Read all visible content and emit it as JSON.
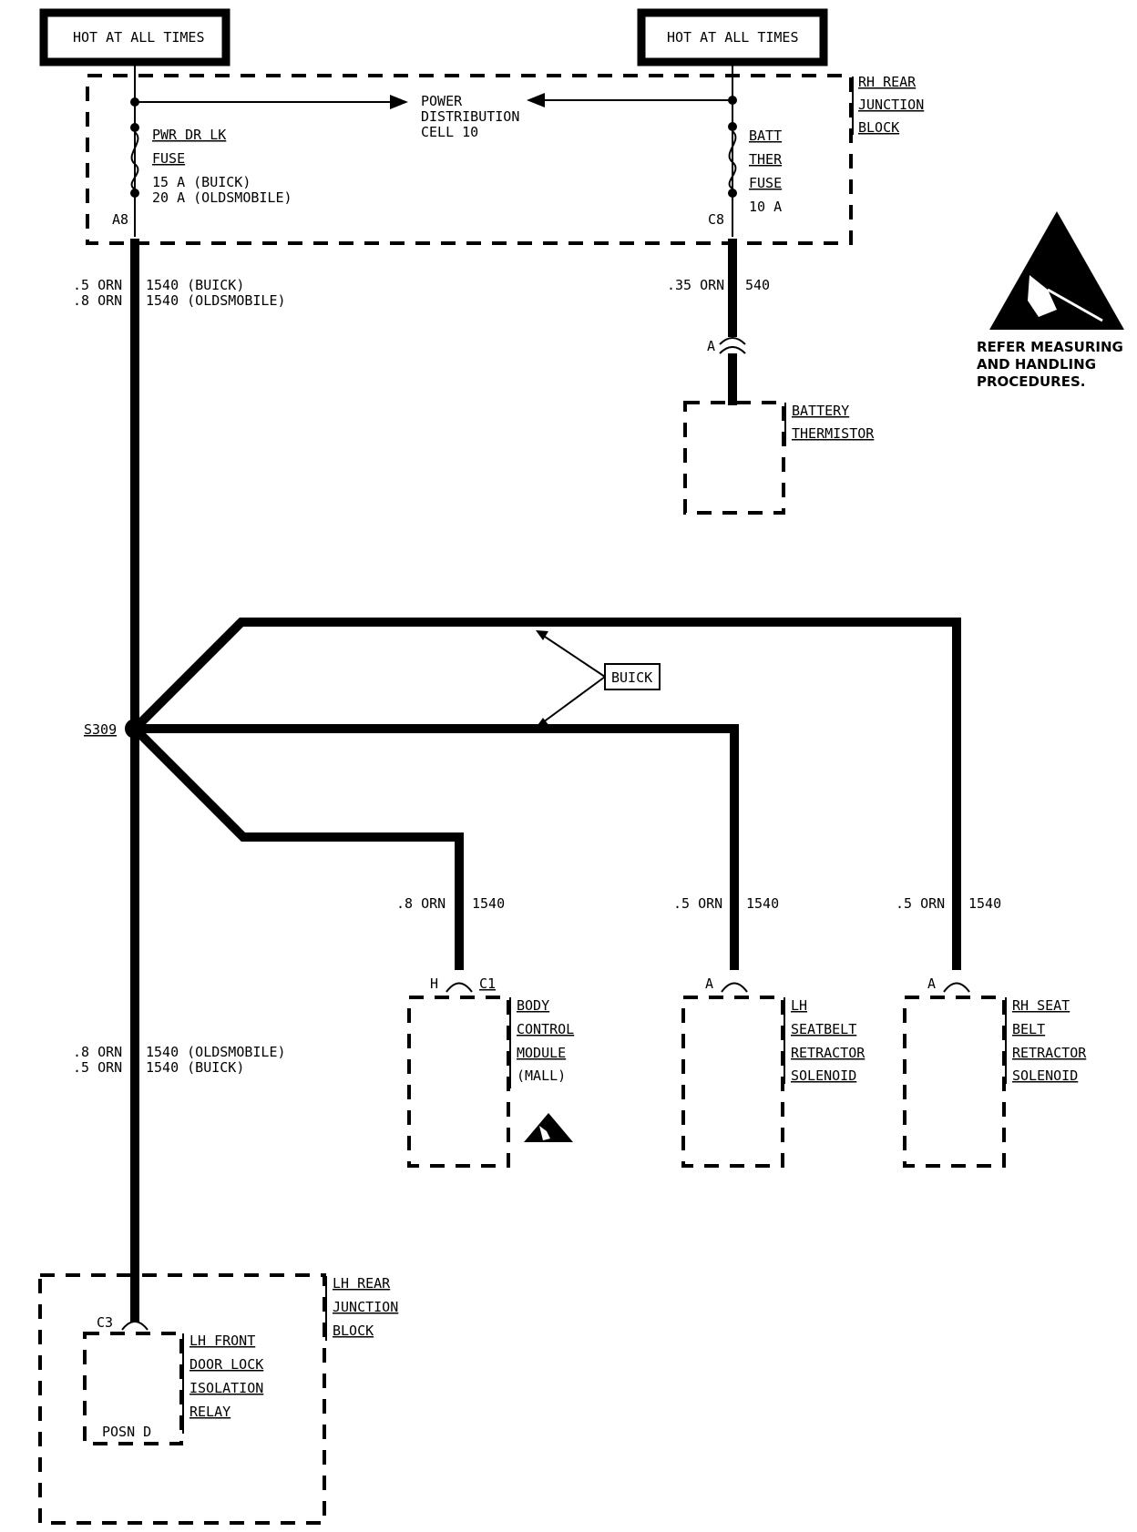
{
  "top_power": {
    "left_label": "HOT AT ALL TIMES",
    "right_label": "HOT AT ALL TIMES"
  },
  "rh_junction_block": {
    "name_lines": [
      "RH REAR",
      "JUNCTION",
      "BLOCK"
    ],
    "power_distribution": [
      "POWER",
      "DISTRIBUTION",
      "CELL 10"
    ],
    "left_fuse": {
      "name_lines": [
        "PWR DR LK",
        "FUSE"
      ],
      "ratings": [
        "15 A (BUICK)",
        "20 A (OLDSMOBILE)"
      ],
      "terminal": "A8"
    },
    "right_fuse": {
      "name_lines": [
        "BATT",
        "THER",
        "FUSE"
      ],
      "rating": "10 A",
      "terminal": "C8"
    }
  },
  "wires": {
    "main_upper_colors": [
      ".5 ORN",
      ".8 ORN"
    ],
    "main_upper_circuits": [
      "1540 (BUICK)",
      "1540 (OLDSMOBILE)"
    ],
    "thermistor_color": ".35 ORN",
    "thermistor_circuit": "540",
    "bcm_color": ".8 ORN",
    "bcm_circuit": "1540",
    "lh_seatbelt_color": ".5 ORN",
    "lh_seatbelt_circuit": "1540",
    "rh_seatbelt_color": ".5 ORN",
    "rh_seatbelt_circuit": "1540",
    "main_lower_colors": [
      ".8 ORN",
      ".5 ORN"
    ],
    "main_lower_circuits": [
      "1540 (OLDSMOBILE)",
      "1540 (BUICK)"
    ]
  },
  "battery_thermistor": {
    "connector_pin": "A",
    "name_lines": [
      "BATTERY",
      "THERMISTOR"
    ]
  },
  "esd_note": {
    "lines": [
      "REFER MEASURING",
      "AND HANDLING",
      "PROCEDURES."
    ],
    "icon": "esd-warning-icon"
  },
  "splice": {
    "label": "S309"
  },
  "buick_callout": {
    "label": "BUICK"
  },
  "body_control_module": {
    "pin": "H",
    "connector": "C1",
    "name_lines": [
      "BODY",
      "CONTROL",
      "MODULE",
      "(MALL)"
    ]
  },
  "lh_seatbelt_solenoid": {
    "pin": "A",
    "name_lines": [
      "LH",
      "SEATBELT",
      "RETRACTOR",
      "SOLENOID"
    ]
  },
  "rh_seatbelt_solenoid": {
    "pin": "A",
    "name_lines": [
      "RH SEAT",
      "BELT",
      "RETRACTOR",
      "SOLENOID"
    ]
  },
  "lh_junction_block": {
    "name_lines": [
      "LH REAR",
      "JUNCTION",
      "BLOCK"
    ],
    "connector": "C3"
  },
  "door_lock_relay": {
    "name_lines": [
      "LH FRONT",
      "DOOR LOCK",
      "ISOLATION",
      "RELAY"
    ],
    "position": "POSN D"
  }
}
